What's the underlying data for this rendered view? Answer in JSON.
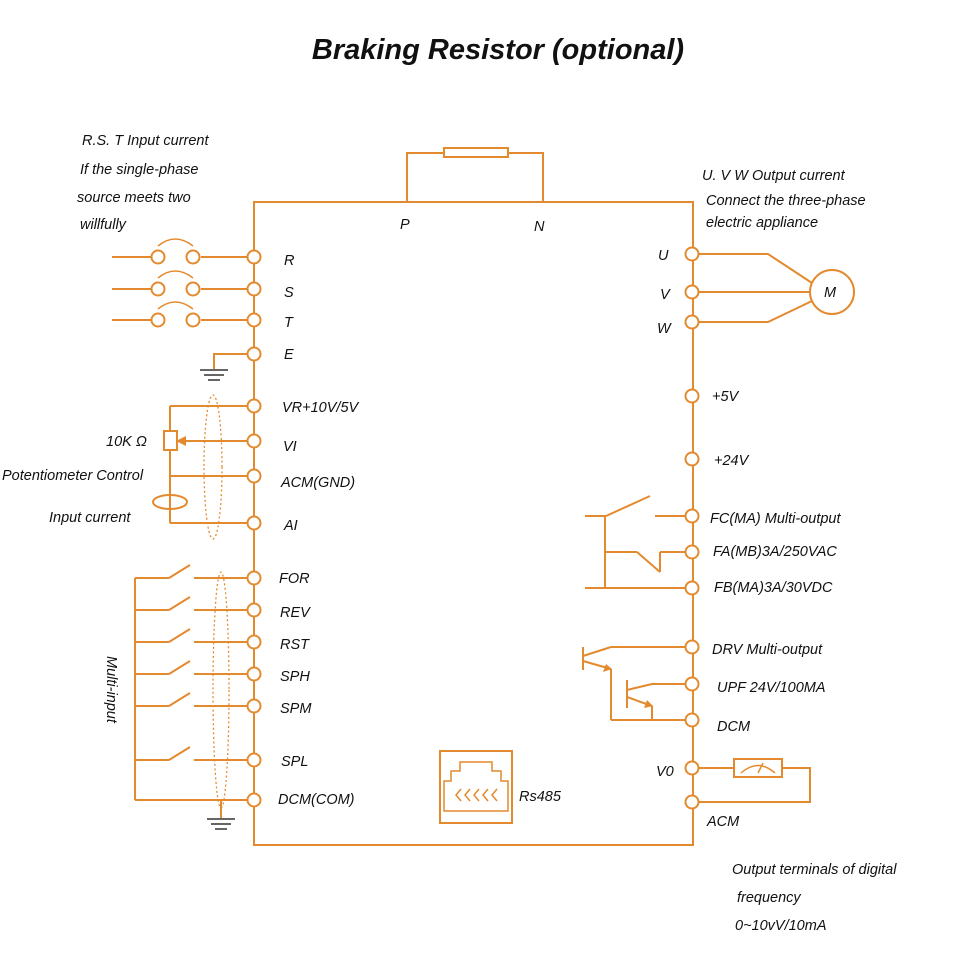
{
  "title": "Braking Resistor (optional)",
  "notes": {
    "input_line1": "R.S. T Input current",
    "input_line2": "If the single-phase",
    "input_line3": "source meets two",
    "input_line4": "willfully",
    "output_line1": "U. V W Output current",
    "output_line2": "Connect the three-phase",
    "output_line3": "electric appliance",
    "freq_line1": "Output terminals of digital",
    "freq_line2": "frequency",
    "freq_line3": "0~10vV/10mA"
  },
  "brake_terminals": {
    "p": "P",
    "n": "N"
  },
  "left_terminals": {
    "r": "R",
    "s": "S",
    "t": "T",
    "e": "E",
    "vr": "VR+10V/5V",
    "vi": "VI",
    "acm": "ACM(GND)",
    "ai": "AI",
    "for": "FOR",
    "rev": "REV",
    "rst": "RST",
    "sph": "SPH",
    "spm": "SPM",
    "spl": "SPL",
    "dcm": "DCM(COM)"
  },
  "right_terminals": {
    "u": "U",
    "v": "V",
    "w": "W",
    "p5v": "+5V",
    "p24v": "+24V",
    "fc": "FC(MA) Multi-output",
    "fa": "FA(MB)3A/250VAC",
    "fb": "FB(MA)3A/30VDC",
    "drv": "DRV Multi-output",
    "upf": "UPF 24V/100MA",
    "dcm": "DCM",
    "v0": "V0",
    "acm": "ACM"
  },
  "components": {
    "motor": "M",
    "resistor": "10K Ω",
    "potentiometer": "Potentiometer Control",
    "input_current": "Input current",
    "multi_input": "Multi-input",
    "rs485": "Rs485"
  },
  "colors": {
    "wire": "#E48A2E",
    "text": "#111111",
    "ground": "#333333"
  }
}
